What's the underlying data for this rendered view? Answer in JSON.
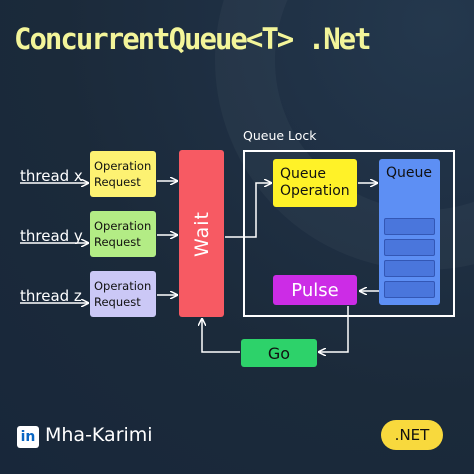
{
  "title": "ConcurrentQueue<T> .Net",
  "threads": [
    {
      "label": "thread x",
      "request_line1": "Operation",
      "request_line2": "Request"
    },
    {
      "label": "thread y",
      "request_line1": "Operation",
      "request_line2": "Request"
    },
    {
      "label": "thread z",
      "request_line1": "Operation",
      "request_line2": "Request"
    }
  ],
  "wait_label": "Wait",
  "lock": {
    "title": "Queue Lock",
    "operation_line1": "Queue",
    "operation_line2": "Operation",
    "queue_label": "Queue",
    "pulse_label": "Pulse"
  },
  "go_label": "Go",
  "footer": {
    "logo_text": "in",
    "handle": "Mha-Karimi",
    "badge": ".NET"
  },
  "colors": {
    "title": "#f3f59a",
    "request_x": "#fdf272",
    "request_y": "#b3ec85",
    "request_z": "#cbc8f6",
    "wait": "#f75a63",
    "queue_operation": "#fff228",
    "queue": "#5d8ff4",
    "pulse": "#cc2ce6",
    "go": "#2dd26a",
    "badge": "#f8d93d"
  }
}
